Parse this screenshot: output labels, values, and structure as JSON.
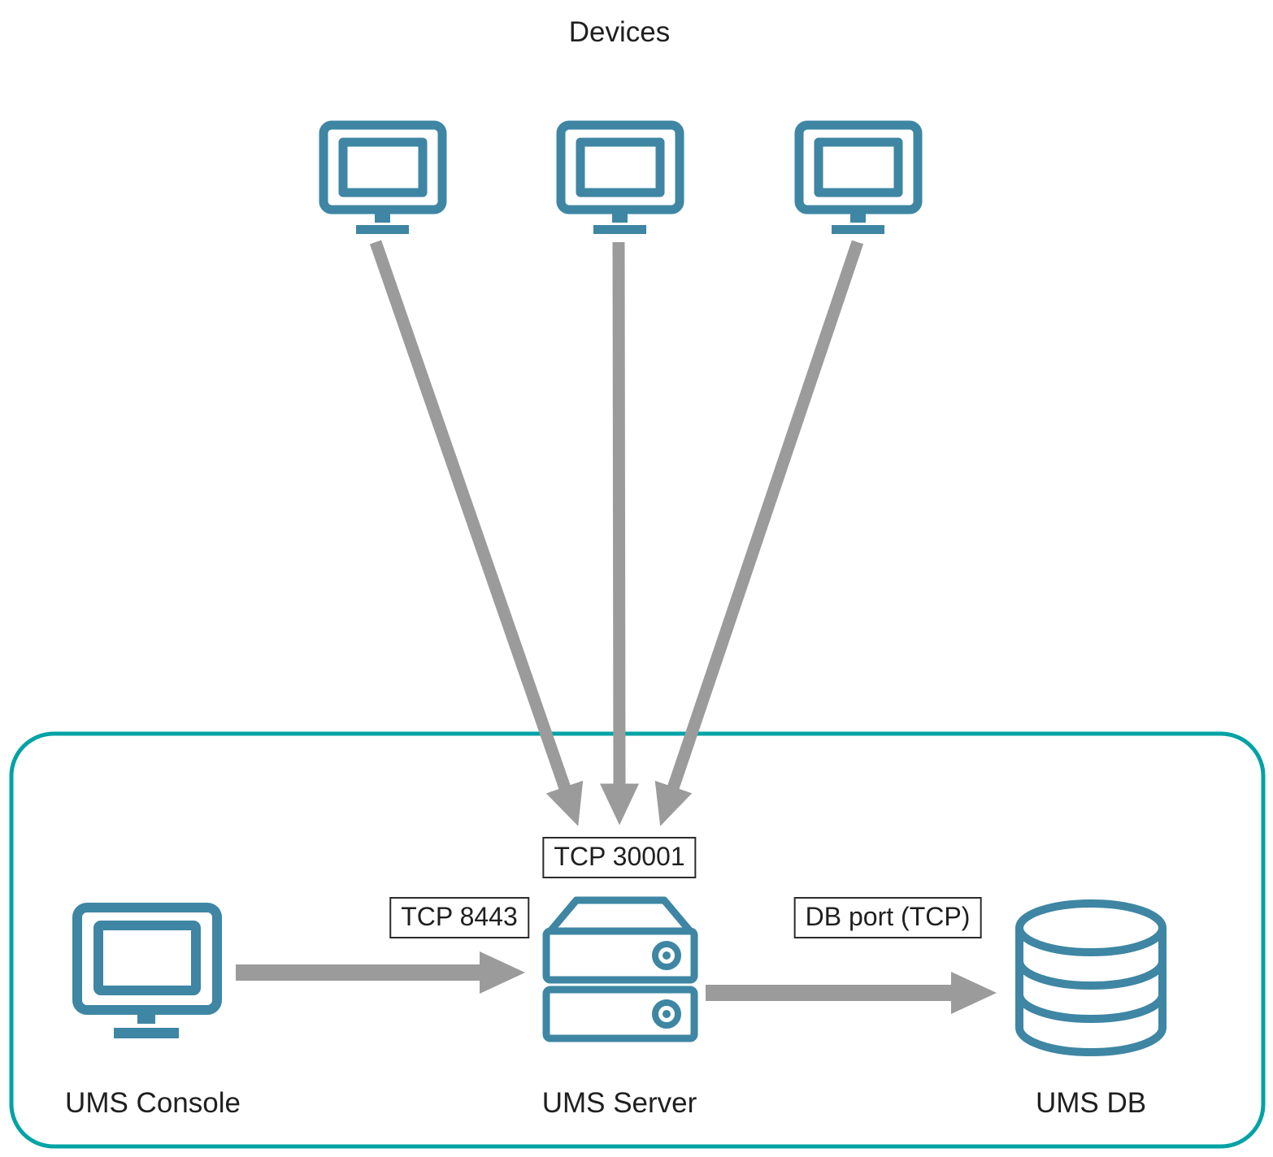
{
  "diagram": {
    "devices_title": "Devices",
    "nodes": {
      "console": "UMS Console",
      "server": "UMS Server",
      "db": "UMS DB"
    },
    "ports": {
      "devices_to_server": "TCP 30001",
      "console_to_server": "TCP 8443",
      "server_to_db": "DB port (TCP)"
    },
    "colors": {
      "icon": "#3E86A3",
      "boundary": "#00A3A5",
      "arrow": "#9B9B9B",
      "text": "#1F1F1F",
      "box_border": "#2B2B2B",
      "box_bg": "#FFFFFF"
    }
  }
}
